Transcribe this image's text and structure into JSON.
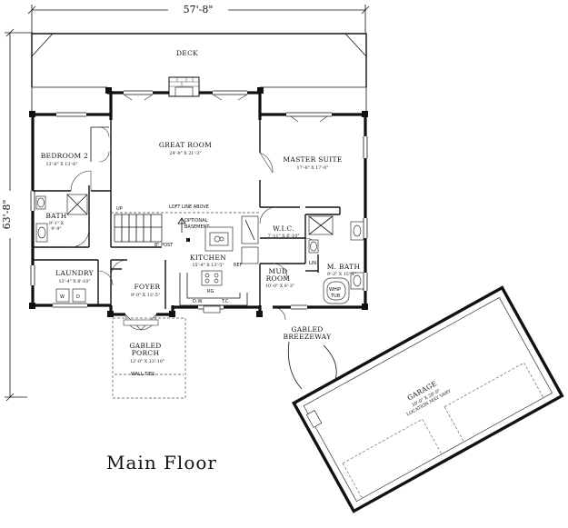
{
  "overall_width": "57'-8\"",
  "overall_depth": "63'-8\"",
  "floor_title": "Main Floor",
  "rooms": {
    "deck": {
      "name": "DECK"
    },
    "great_room": {
      "name": "GREAT ROOM",
      "dims": "24'-8\" X 21'-3\""
    },
    "master_suite": {
      "name": "MASTER SUITE",
      "dims": "17'-6\" X 17'-0\""
    },
    "bedroom2": {
      "name": "BEDROOM 2",
      "dims": "13'-6\" X 13'-6\""
    },
    "bath": {
      "name": "BATH",
      "dims1": "9'-1\" X",
      "dims2": "9'-9\""
    },
    "laundry": {
      "name": "LAUNDRY",
      "dims": "13'-4\" X 8'-10\""
    },
    "foyer": {
      "name": "FOYER",
      "dims": "9'-0\" X 13'-5\""
    },
    "kitchen": {
      "name": "KITCHEN",
      "dims": "15'-4\" X 13'-5\""
    },
    "wic": {
      "name": "W.I.C.",
      "dims": "7'-11\" X 6'-10\""
    },
    "mud_room": {
      "name1": "MUD",
      "name2": "ROOM",
      "dims": "10'-0\" X 8'-3\""
    },
    "master_bath": {
      "name": "M. BATH",
      "dims": "9'-2\" X 15'-4\""
    },
    "gabled_porch": {
      "name1": "GABLED",
      "name2": "PORCH",
      "dims": "12'-0\" X 13'-10\""
    },
    "gabled_breezeway": {
      "name1": "GABLED",
      "name2": "BREEZEWAY"
    },
    "garage": {
      "name": "GARAGE",
      "dims": "39'-0\" X 29'-0\"",
      "note": "LOCATION MAY VARY"
    }
  },
  "notes": {
    "loft_line": "LOFT LINE ABOVE",
    "optional_basement_1": "OPTIONAL",
    "optional_basement_2": "BASEMENT",
    "post": "8\" POST",
    "stair_up": "UP",
    "ref": "REF",
    "rg": "RG",
    "dw": "D.W.",
    "tc": "T.C.",
    "lin": "LIN",
    "whip_tub_1": "WHIP",
    "whip_tub_2": "TUB",
    "washer": "W",
    "dryer": "D",
    "wall_ties": "WALL TIES"
  }
}
